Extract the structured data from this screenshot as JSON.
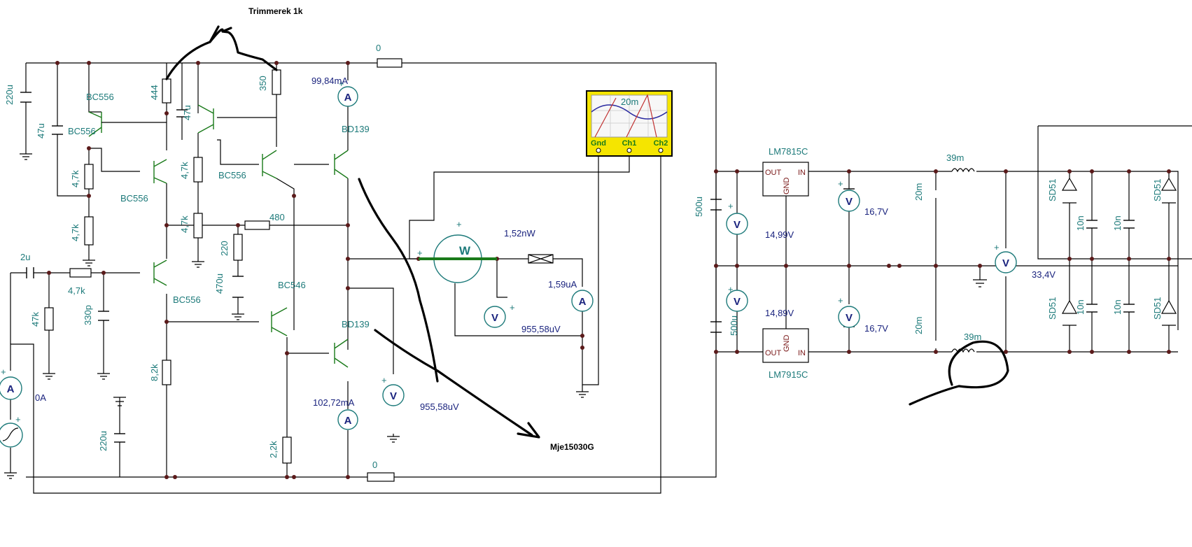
{
  "annotations": {
    "trimmer_note": "Trimmerek 1k",
    "transistor_note": "Mje15030G"
  },
  "components": {
    "cap_220u_top": "220u",
    "cap_47u_left": "47u",
    "q_bc556_1": "BC556",
    "q_bc556_2": "BC556",
    "q_bc556_3": "BC556",
    "q_bc556_4": "BC556",
    "q_bc556_5": "BC556",
    "q_bc546": "BC546",
    "q_bd139_top": "BD139",
    "q_bd139_bot": "BD139",
    "r_444": "444",
    "r_350": "350",
    "cap_47u_mid": "47u",
    "r_4k7_a": "4,7k",
    "r_4k7_b": "4,7k",
    "r_4k7_c": "4,7k",
    "r_4k7_d": "4,7k",
    "r_4k7_in": "4,7k",
    "r_480": "480",
    "r_220": "220",
    "cap_470u": "470u",
    "cap_2u": "2u",
    "r_47k": "47k",
    "cap_330p": "330p",
    "r_8k2": "8,2k",
    "cap_220u_bot": "220u",
    "r_2k2": "2,2k",
    "r_top_0": "0",
    "r_bot_0": "0",
    "scope_label": "20m",
    "scope_gnd": "Gnd",
    "scope_ch1": "Ch1",
    "scope_ch2": "Ch2",
    "reg_pos": "LM7815C",
    "reg_neg": "LM7915C",
    "reg_out": "OUT",
    "reg_in": "IN",
    "reg_gnd": "GND",
    "cap_500u_top": "500u",
    "cap_500u_bot": "500u",
    "cap_20m_top": "20m",
    "cap_20m_bot": "20m",
    "ind_39m_top": "39m",
    "ind_39m_bot": "39m",
    "diode_1": "SD51",
    "diode_2": "SD51",
    "diode_3": "SD51",
    "diode_4": "SD51",
    "cap_10n_1": "10n",
    "cap_10n_2": "10n",
    "cap_10n_3": "10n",
    "cap_10n_4": "10n",
    "plus": "+"
  },
  "meters": {
    "ammeter_symbol": "A",
    "voltmeter_symbol": "V",
    "wattmeter_symbol": "W",
    "amp_top": "99,84mA",
    "amp_bot": "102,72mA",
    "amp_left": "0A",
    "amp_load": "1,59uA",
    "watt": "1,52nW",
    "volt_load": "955,58uV",
    "volt_out": "955,58uV",
    "volt_reg_pos": "14,99V",
    "volt_reg_neg": "14,89V",
    "volt_in_pos": "16,7V",
    "volt_in_neg": "16,7V",
    "volt_rect": "33,4V"
  },
  "colors": {
    "component_label": "#1d7a7a",
    "meter_value": "#1a237e",
    "wire": "#000000",
    "transistor": "#1a7a1a",
    "scope_frame": "#f5e500"
  }
}
